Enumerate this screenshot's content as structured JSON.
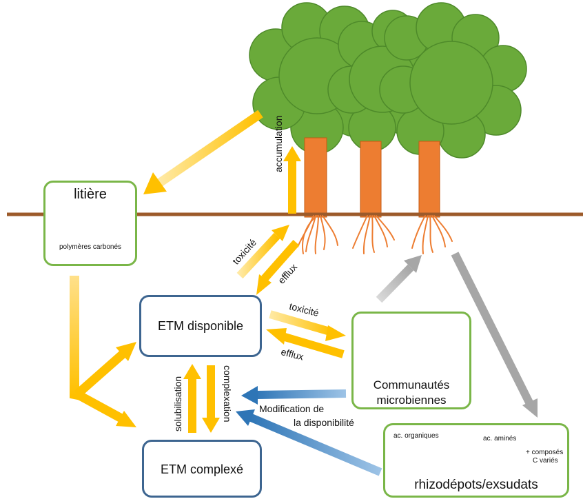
{
  "litter": {
    "title": "litière",
    "caption": "polymères carbonés"
  },
  "etm_available": {
    "label": "ETM disponible"
  },
  "etm_complexed": {
    "label": "ETM complexé"
  },
  "microbes": {
    "line1": "Communautés",
    "line2": "microbiennes"
  },
  "rhizo": {
    "title": "rhizodépots/exsudats",
    "organic_acids": "ac. organiques",
    "amino_acids": "ac. aminés",
    "other_line1": "+ composés",
    "other_line2": "C variés"
  },
  "arrows": {
    "accumulation": "accumulation",
    "toxicity_plant": "toxicité",
    "efflux_plant": "efflux",
    "toxicity_microbe": "toxicité",
    "efflux_microbe": "efflux",
    "solubilisation": "solubilisation",
    "complexation": "complexation",
    "modification_line1": "Modification de",
    "modification_line2": "la disponibilité"
  },
  "colors": {
    "canopy": "#6aaa3a",
    "canopy_edge": "#4e8a2a",
    "trunk": "#ed7d31",
    "soil": "#9c5a2a",
    "yellow_arrow": "#ffc000",
    "blue_arrow": "#2e75b6",
    "grey_arrow": "#a6a6a6",
    "blue_box": "#3d6590",
    "green_box": "#7ab648",
    "microbe": "#f5a623"
  }
}
